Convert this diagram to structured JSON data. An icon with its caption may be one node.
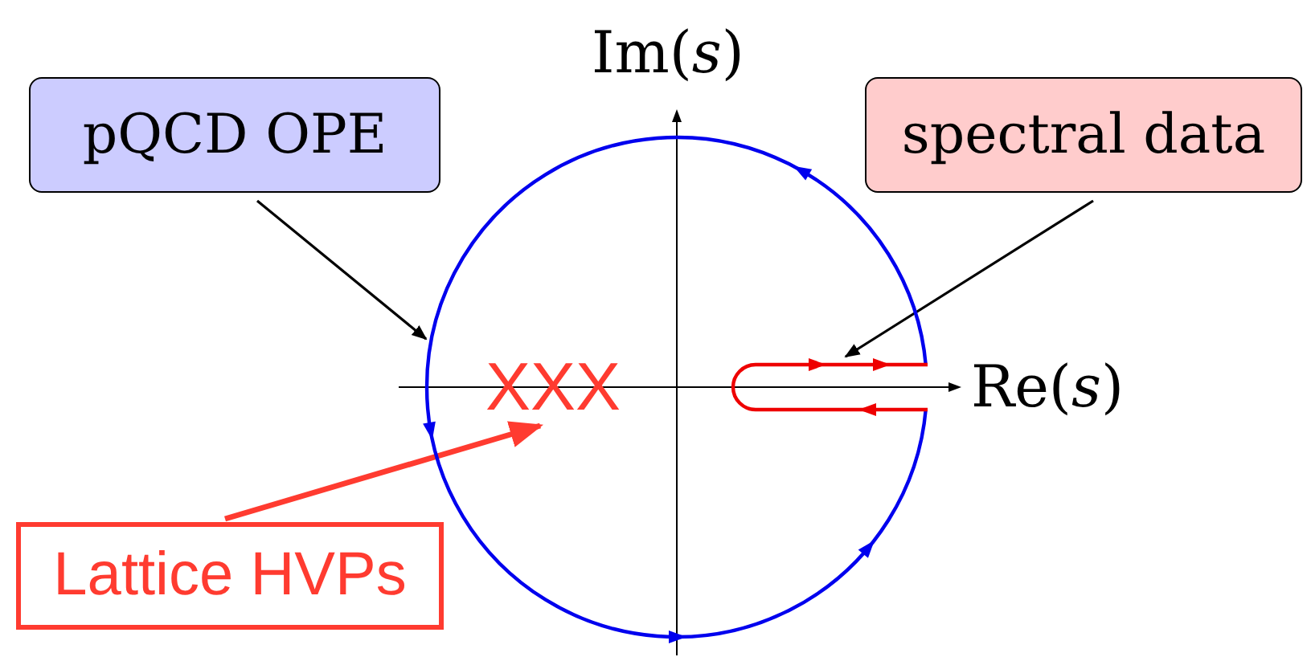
{
  "diagram": {
    "nodes": [
      {
        "text": [
          "pQCD OPE"
        ]
      },
      {
        "text": [
          "spectral data"
        ]
      },
      {
        "text": [
          "Lattice HVPs"
        ]
      },
      {
        "text": [],
        "shape": "circle"
      },
      {
        "text": [
          "XXX"
        ],
        "in": 3
      },
      {
        "text": [],
        "shape": "line",
        "in": 3
      }
    ],
    "edges": [
      {
        "from": 0,
        "to": 3,
        "arrow": "to"
      },
      {
        "from": 1,
        "to": 5,
        "arrow": "to"
      },
      {
        "from": 2,
        "to": 4,
        "arrow": "to",
        "style": "thick",
        "color": "#ff3b30"
      }
    ],
    "labels": [
      "Im(*s*)",
      "Re(*s*)"
    ]
  }
}
